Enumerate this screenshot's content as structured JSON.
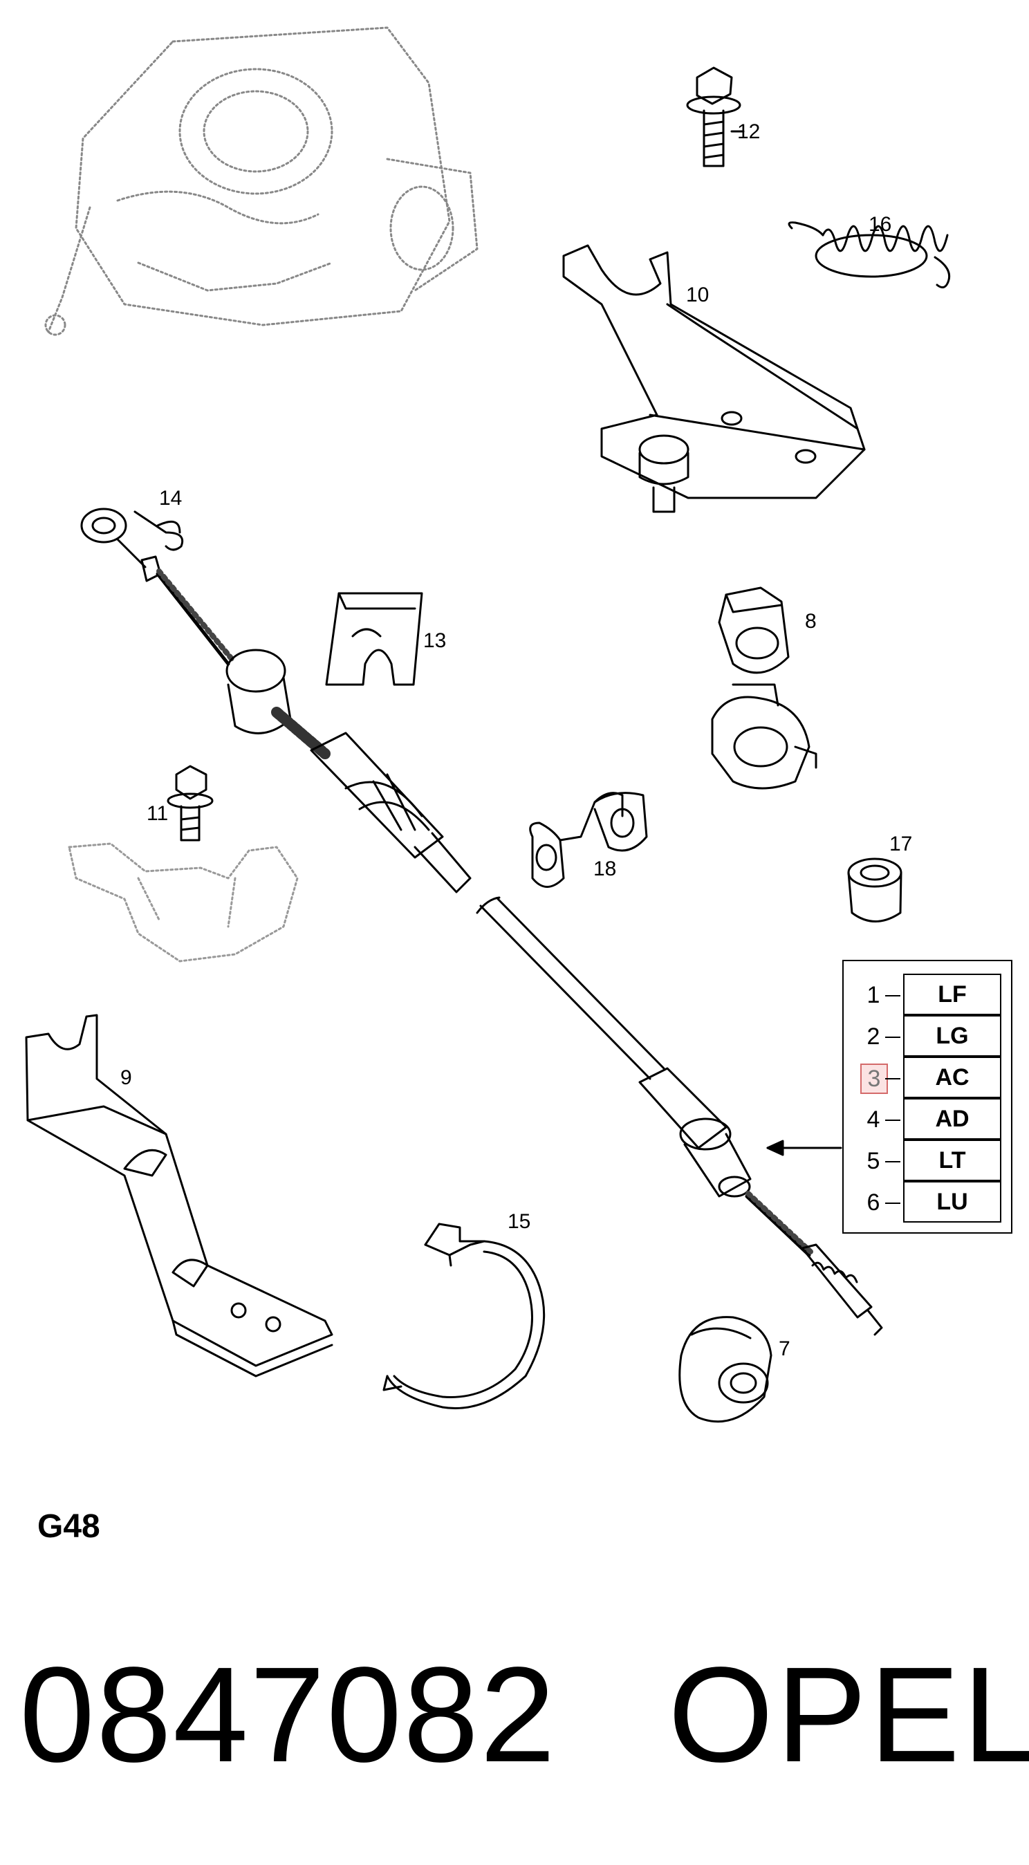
{
  "diagram": {
    "callouts": [
      "12",
      "16",
      "10",
      "14",
      "13",
      "8",
      "11",
      "18",
      "17",
      "9",
      "15",
      "7"
    ],
    "variant_table": {
      "rows": [
        {
          "index": "1",
          "code": "LF"
        },
        {
          "index": "2",
          "code": "LG"
        },
        {
          "index": "3",
          "code": "AC",
          "highlighted": true
        },
        {
          "index": "4",
          "code": "AD"
        },
        {
          "index": "5",
          "code": "LT"
        },
        {
          "index": "6",
          "code": "LU"
        }
      ]
    },
    "figure_code": "G48"
  },
  "footer": {
    "part_number": "0847082",
    "brand": "OPEL"
  },
  "colors": {
    "line": "#000000",
    "ghost": "#8a8a8a",
    "highlight": "#d46a6a"
  }
}
